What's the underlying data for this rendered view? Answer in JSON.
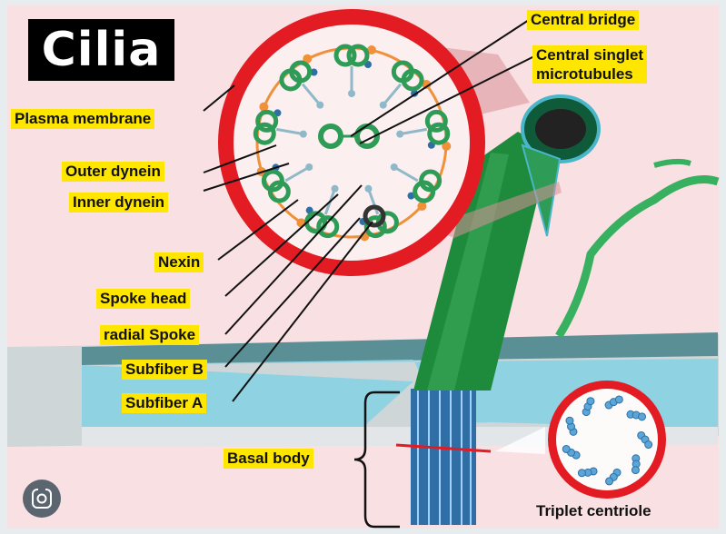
{
  "title": "Cilia",
  "labels": {
    "plasma_membrane": "Plasma membrane",
    "outer_dynein": "Outer dynein",
    "inner_dynein": "Inner dynein",
    "nexin": "Nexin",
    "spoke_head": "Spoke head",
    "radial_spoke": "radial Spoke",
    "subfiber_b": "Subfiber B",
    "subfiber_a": "Subfiber A",
    "central_bridge": "Central bridge",
    "central_singlet_line1": "Central singlet",
    "central_singlet_line2": "microtubules",
    "basal_body": "Basal body",
    "triplet_centriole": "Triplet centriole"
  },
  "colors": {
    "label_bg": "#ffe600",
    "membrane_red": "#e31b23",
    "microtubule_green": "#2e9b57",
    "cilium_green": "#1e8a3c",
    "dynein_orange": "#f0913a",
    "spoke_blue": "#8fb8c8",
    "basal_blue": "#2f6fa6",
    "cell_cyan": "#8fd3e3"
  },
  "icons": {
    "lens": "image-search-icon"
  }
}
